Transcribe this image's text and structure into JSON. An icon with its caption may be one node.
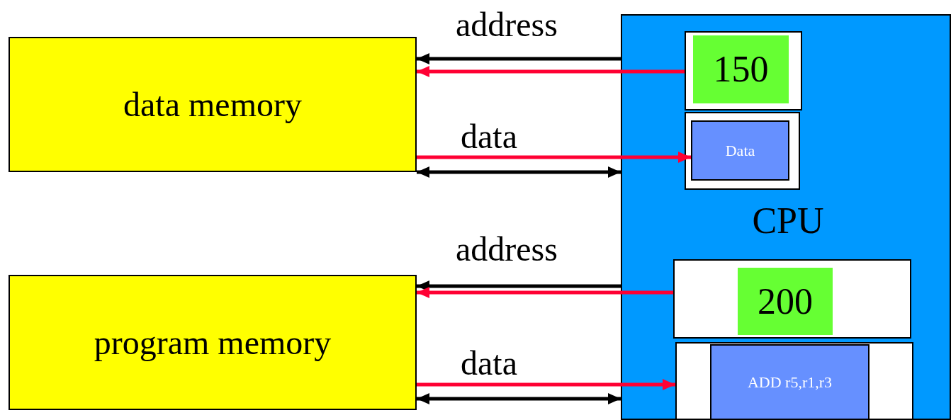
{
  "diagram": {
    "nodes": [
      {
        "text": [
          "data memory"
        ]
      },
      {
        "text": [
          "program memory"
        ]
      },
      {
        "text": [
          "CPU"
        ]
      },
      {
        "text": [],
        "shape": "box",
        "in": 2
      },
      {
        "text": [
          "150"
        ],
        "in": 3
      },
      {
        "text": [],
        "shape": "box",
        "in": 2
      },
      {
        "text": [
          "Data"
        ],
        "in": 5
      },
      {
        "text": [],
        "shape": "box",
        "in": 2
      },
      {
        "text": [
          "200"
        ],
        "in": 7
      },
      {
        "text": [],
        "shape": "box",
        "in": 2
      },
      {
        "text": [
          "ADD r5,r1,r3"
        ],
        "in": 9
      }
    ],
    "edges": [
      {
        "from": 2,
        "to": 0,
        "arrow": "to",
        "label": "address",
        "color": "#000000"
      },
      {
        "from": 3,
        "to": 0,
        "arrow": "to",
        "color": "#ff0033"
      },
      {
        "from": 0,
        "to": 6,
        "arrow": "to",
        "color": "#ff0033",
        "label": "data"
      },
      {
        "from": 0,
        "to": 2,
        "arrow": "both",
        "color": "#000000"
      },
      {
        "from": 2,
        "to": 1,
        "arrow": "to",
        "label": "address",
        "color": "#000000"
      },
      {
        "from": 7,
        "to": 1,
        "arrow": "to",
        "color": "#ff0033"
      },
      {
        "from": 1,
        "to": 9,
        "arrow": "to",
        "color": "#ff0033",
        "label": "data"
      },
      {
        "from": 1,
        "to": 2,
        "arrow": "both",
        "color": "#000000"
      }
    ]
  }
}
